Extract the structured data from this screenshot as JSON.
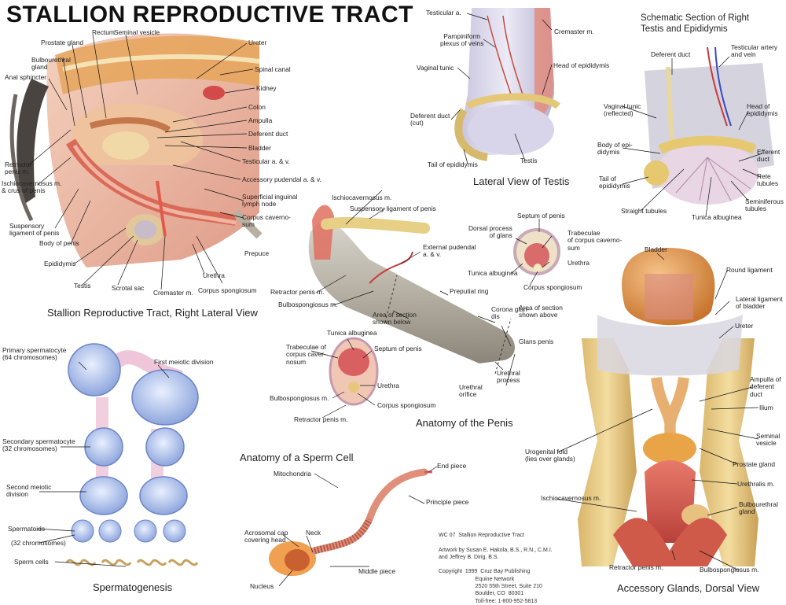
{
  "title": "STALLION REPRODUCTIVE TRACT",
  "panels": {
    "lateral_tract": "Stallion Reproductive Tract, Right Lateral View",
    "testis_lateral": "Lateral View of Testis",
    "schematic": "Schematic Section of Right\nTestis and Epididymis",
    "penis": "Anatomy of the Penis",
    "sperm": "Anatomy of a Sperm Cell",
    "spermatogenesis": "Spermatogenesis",
    "accessory": "Accessory Glands, Dorsal View"
  },
  "labels": {
    "rectum": "Rectum",
    "seminal_vesicle": "Seminal vesicle",
    "prostate_gland": "Prostate gland",
    "bulbourethral_gland": "Bulbourethral\ngland",
    "anal_sphincter": "Anal sphincter",
    "ureter": "Ureter",
    "spinal_canal": "Spinal canal",
    "kidney": "Kidney",
    "colon": "Colon",
    "ampulla": "Ampulla",
    "deferent_duct": "Deferent duct",
    "bladder": "Bladder",
    "testicular_av": "Testicular a. & v.",
    "accessory_pudendal": "Accessory pudendal a. & v.",
    "superficial_inguinal": "Superficial inguinal\nlymph node",
    "corpus_cavernosum": "Corpus caverno-\nsum",
    "prepuce": "Prepuce",
    "retractor_penis": "Retractor\npenis m.",
    "ischiocavernosus_crus": "Ischiocavernosus m.\n& crus of penis",
    "suspensory_lig": "Suspensory\nligament of penis",
    "body_of_penis": "Body of penis",
    "epididymis": "Epididymis",
    "testis": "Testis",
    "scrotal_sac": "Scrotal sac",
    "cremaster": "Cremaster m.",
    "urethra": "Urethra",
    "corpus_spongiosum": "Corpus spongiosum",
    "t_testicular_a": "Testicular a.",
    "t_cremaster": "Cremaster m.",
    "t_pampiniform": "Pampiniform\nplexus of veins",
    "t_vaginal_tunic": "Vaginal tunic",
    "t_head_epididymis": "Head of epididymis",
    "t_deferent_cut": "Deferent duct\n(cut)",
    "t_tail_epididymis": "Tail of epididymis",
    "t_testis": "Testis",
    "s_deferent": "Deferent duct",
    "s_testicular_av": "Testicular artery\nand vein",
    "s_vaginal_tunic": "Vaginal tunic\n(reflected)",
    "s_head_epididymis": "Head of\nepididymis",
    "s_body_epididymis": "Body of epi-\ndidymis",
    "s_efferent": "Efferent\nduct",
    "s_tail_epididymis": "Tail of\nepididymis",
    "s_rete": "Rete\ntubules",
    "s_straight": "Straight tubules",
    "s_seminiferous": "Seminiferous\ntubules",
    "s_tunica": "Tunica albuginea",
    "p_ischiocavernosus": "Ischiocavernosus m.",
    "p_suspensory": "Suspensory ligament of penis",
    "p_external_pudendal": "External pudendal\na. & v.",
    "p_retractor": "Retractor penis m.",
    "p_bulbospongiosus": "Bulbospongiosus m.",
    "p_area_below": "Area of section\nshown below",
    "p_preputial_ring": "Preputial ring",
    "p_corona": "Corona glan-\ndis",
    "p_area_above": "Area of section\nshown above",
    "p_glans": "Glans penis",
    "p_urethral_process": "Urethral\nprocess",
    "p_urethral_orifice": "Urethral\norifice",
    "p_septum_top": "Septum of penis",
    "p_dorsal_process": "Dorsal process\nof glans",
    "p_trabeculae_top": "Trabeculae\nof corpus caverno-\nsum",
    "p_urethra_top": "Urethra",
    "p_tunica_top": "Tunica albuginea",
    "p_corpus_spong_top": "Corpus spongiosum",
    "p_tunica_low": "Tunica albuginea",
    "p_trabeculae_low": "Trabeculae of\ncorpus caver-\nnosum",
    "p_septum_low": "Septum of penis",
    "p_urethra_low": "Urethra",
    "p_bulbo_low": "Bulbospongiosus m.",
    "p_corpus_spong_low": "Corpus spongiosum",
    "p_retractor_low": "Retractor penis m.",
    "sg_primary": "Primary spermatocyte\n(64 chromosomes)",
    "sg_first_meiotic": "First meiotic division",
    "sg_secondary": "Secondary spermatocyte\n(32 chromosomes)",
    "sg_second_meiotic": "Second meiotic\ndivision",
    "sg_spermatoids": "Spermatoids",
    "sg_32": "(32 chromosomes)",
    "sg_sperm_cells": "Sperm cells",
    "sp_mitochondria": "Mitochondria",
    "sp_end_piece": "End piece",
    "sp_principle": "Principle piece",
    "sp_acrosomal": "Acrosomal cap\ncovering head",
    "sp_neck": "Neck",
    "sp_middle": "Middle piece",
    "sp_nucleus": "Nucleus",
    "a_bladder": "Bladder",
    "a_round_lig": "Round ligament",
    "a_lateral_lig": "Lateral ligament\nof bladder",
    "a_ureter": "Ureter",
    "a_ampulla": "Ampulla of\ndeferent\nduct",
    "a_ilium": "Ilium",
    "a_seminal": "Seminal\nvesicle",
    "a_urogenital": "Urogenital fold\n(lies over glands)",
    "a_prostate": "Prostate gland",
    "a_urethralis": "Urethralis m.",
    "a_ischiocavernosus": "Ischiocavernosus m.",
    "a_bulbourethral": "Bulbourethral\ngland",
    "a_retractor": "Retractor penis m.",
    "a_bulbospongiosus": "Bulbospongiosus m."
  },
  "credits": "WC 07  Stallion Reproductive Tract\n\nArtwork by Susan E. Hakola, B.S., R.N., C.M.I.\nand Jeffrey B. Dirig, B.S.\n\nCopyright  1999  Cruz Bay Publishing\n                        Equine Network\n                        2520 55th Street, Suite 210\n                        Boulder, CO  80301\n                        Toll-free: 1-800-952-5813"
}
